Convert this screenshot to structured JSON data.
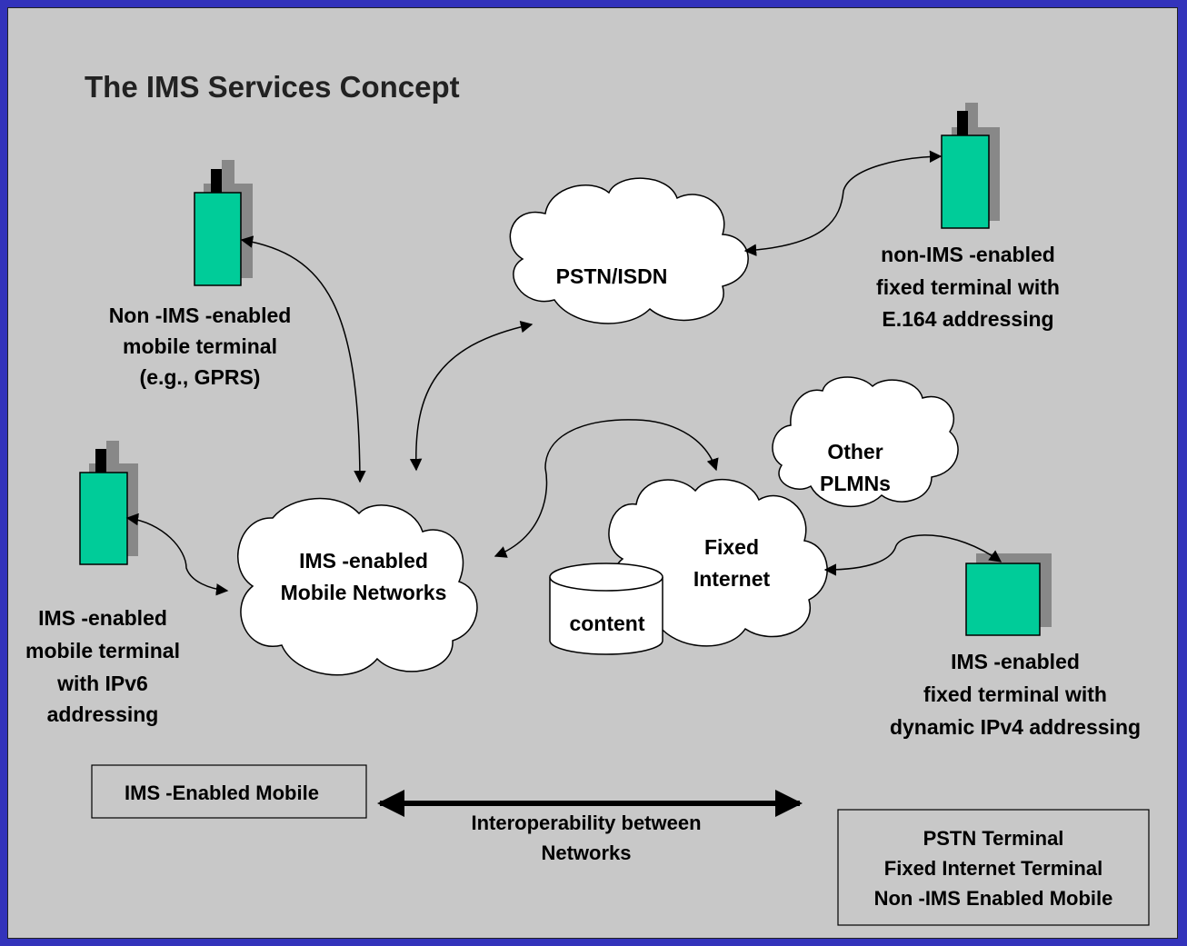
{
  "title": "The IMS Services Concept",
  "colors": {
    "background": "#3333bb",
    "slide": "#c8c8c8",
    "terminal": "#00cc99",
    "shadow": "#888888",
    "cloud": "#ffffff"
  },
  "clouds": {
    "pstn": "PSTN/ISDN",
    "ims_networks": [
      "IMS -enabled",
      "Mobile Networks"
    ],
    "other_plmns": [
      "Other",
      "PLMNs"
    ],
    "fixed_internet": [
      "Fixed",
      "Internet"
    ]
  },
  "content_store": "content",
  "terminals": {
    "non_ims_mobile": [
      "Non -IMS -enabled",
      "mobile terminal",
      "(e.g., GPRS)"
    ],
    "ims_mobile": [
      "IMS -enabled",
      "mobile terminal",
      "with IPv6",
      "addressing"
    ],
    "non_ims_fixed": [
      "non-IMS -enabled",
      "fixed terminal with",
      "E.164 addressing"
    ],
    "ims_fixed": [
      "IMS -enabled",
      "fixed terminal with",
      "dynamic IPv4 addressing"
    ]
  },
  "legend": {
    "left_box": "IMS -Enabled Mobile",
    "arrow_caption": [
      "Interoperability between",
      "Networks"
    ],
    "right_box": [
      "PSTN Terminal",
      "Fixed Internet Terminal",
      "Non -IMS Enabled Mobile"
    ]
  }
}
